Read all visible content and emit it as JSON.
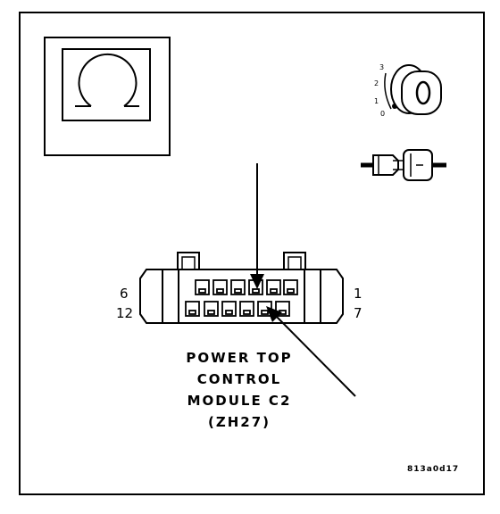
{
  "symbol_icon": "ohm-icon",
  "pin_labels": {
    "top_left": "6",
    "bottom_left": "12",
    "top_right": "1",
    "bottom_right": "7"
  },
  "connector_title": [
    "POWER TOP",
    "CONTROL",
    "MODULE C2",
    "(ZH27)"
  ],
  "figure_code": "813a0d17",
  "ignition_positions": [
    "3",
    "2",
    "1",
    "0"
  ],
  "colors": {
    "line": "#000000",
    "background": "#ffffff"
  }
}
